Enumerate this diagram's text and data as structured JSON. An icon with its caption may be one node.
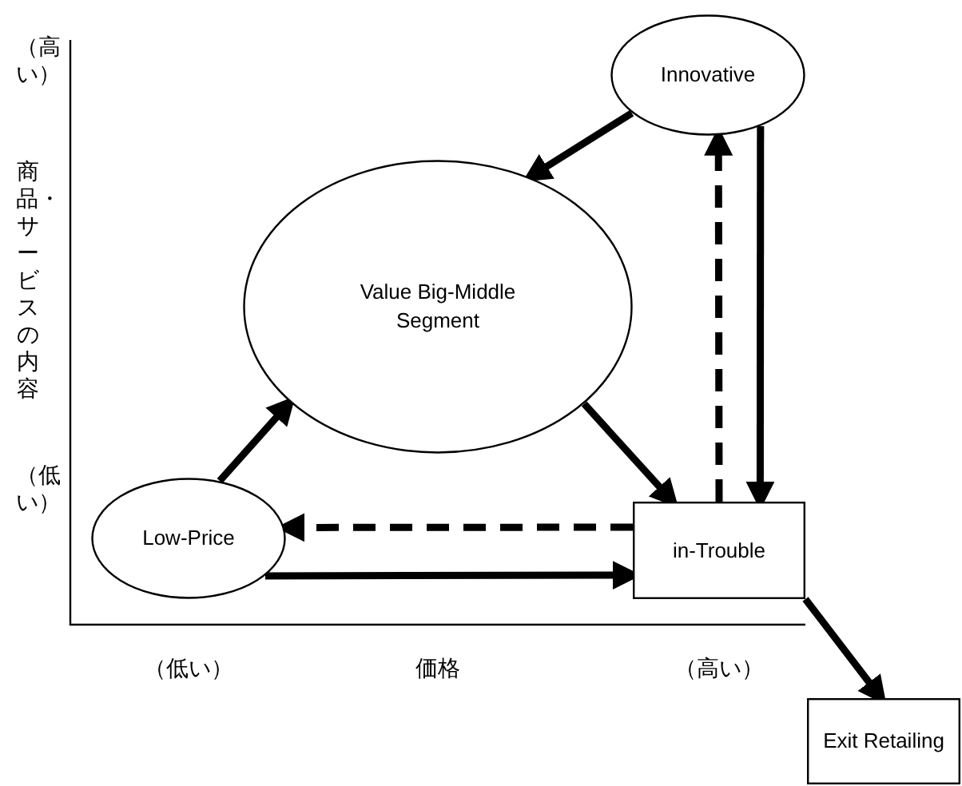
{
  "diagram": {
    "nodes": [
      {
        "text": [
          "Innovative"
        ]
      },
      {
        "text": [
          "Value Big-Middle Segment"
        ]
      },
      {
        "text": [
          "Low-Price"
        ]
      },
      {
        "text": [
          "in-Trouble"
        ]
      },
      {
        "text": [
          "Exit Retailing"
        ]
      }
    ],
    "edges": [
      {
        "from": 0,
        "to": 1,
        "arrow": "to"
      },
      {
        "from": 0,
        "to": 3,
        "arrow": "to"
      },
      {
        "from": 3,
        "to": 0,
        "arrow": "to",
        "style": "dashed"
      },
      {
        "from": 1,
        "to": 3,
        "arrow": "to"
      },
      {
        "from": 3,
        "to": 2,
        "arrow": "to",
        "style": "dashed"
      },
      {
        "from": 2,
        "to": 3,
        "arrow": "to"
      },
      {
        "from": 2,
        "to": 1,
        "arrow": "to"
      },
      {
        "from": 3,
        "to": 4,
        "arrow": "to"
      }
    ],
    "labels": [
      "（高い）",
      "商品・サービスの内容",
      "（低い）",
      "（低い）",
      "価格",
      "（高い）"
    ]
  }
}
